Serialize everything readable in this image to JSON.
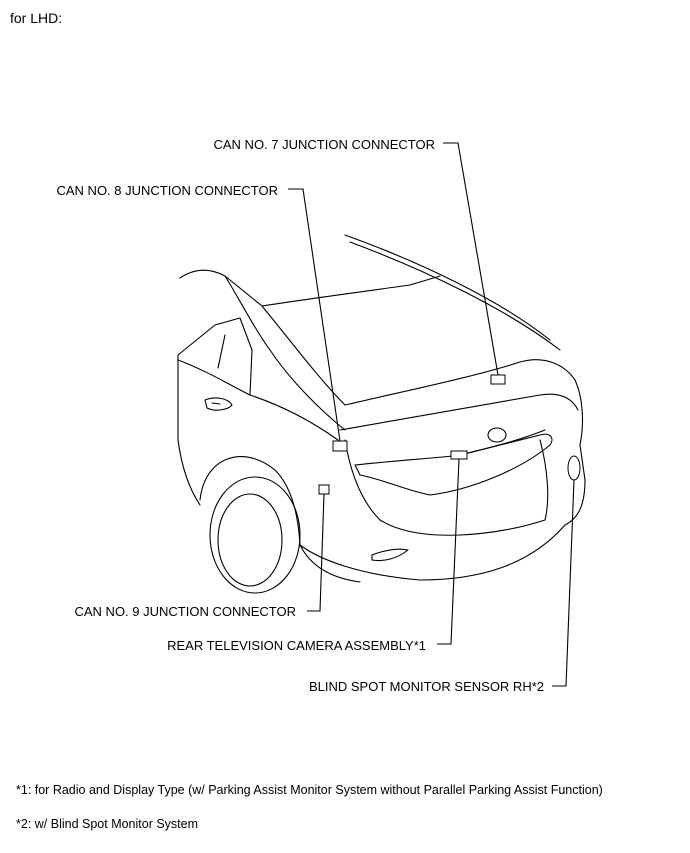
{
  "heading": "for LHD:",
  "callouts": {
    "can7": "CAN NO. 7 JUNCTION CONNECTOR",
    "can8": "CAN NO. 8 JUNCTION CONNECTOR",
    "can9": "CAN NO. 9 JUNCTION CONNECTOR",
    "camera": "REAR TELEVISION CAMERA ASSEMBLY*1",
    "bsm": "BLIND SPOT MONITOR SENSOR RH*2"
  },
  "notes": {
    "note1": "*1: for Radio and Display Type (w/ Parking Assist Monitor System without Parallel Parking Assist Function)",
    "note2": "*2: w/ Blind Spot Monitor System"
  }
}
